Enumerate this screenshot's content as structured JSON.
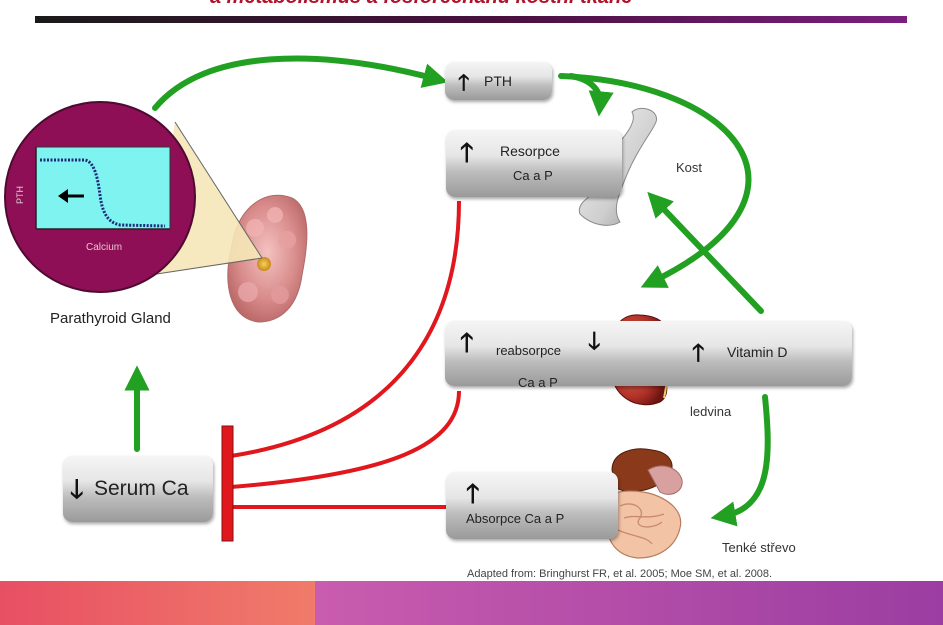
{
  "slide": {
    "title": "a metabolismus a fosforečnanů kostní tkáně",
    "accent_color": "#b0122a"
  },
  "inset": {
    "ylabel": "PTH",
    "xlabel": "Calcium"
  },
  "labels": {
    "parathyroid": "Parathyroid Gland",
    "kost": "Kost",
    "ledvina": "ledvina",
    "strevo": "Tenké střevo"
  },
  "boxes": {
    "pth": "PTH",
    "resorpce_line1": "Resorpce",
    "resorpce_line2": "Ca a P",
    "reabsorpce_line1": "reabsorpce",
    "reabsorpce_line2": "Ca a P",
    "vitamin_d": "Vitamin D",
    "absorpce": "Absorpce Ca a P",
    "serum": "Serum Ca"
  },
  "arrows": {
    "up": "🡑",
    "down": "🡓",
    "left": "🡐"
  },
  "colors": {
    "stimulate": "#22a022",
    "inhibit": "#e0181d",
    "gland_circle": "#8e0f55",
    "inset_plot": "#7ff3f0"
  },
  "citation": "Adapted from: Bringhurst FR, et al. 2005; Moe SM, et al. 2008."
}
